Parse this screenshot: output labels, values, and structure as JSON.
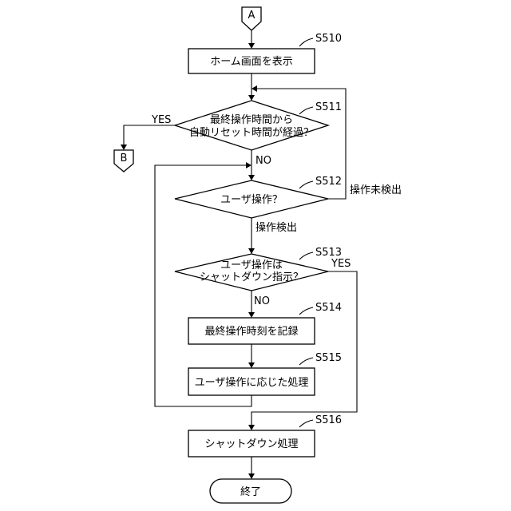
{
  "connectors": {
    "top": "A",
    "exit": "B"
  },
  "steps": {
    "s510": {
      "id": "S510",
      "text": "ホーム画面を表示"
    },
    "s511": {
      "id": "S511",
      "line1": "最終操作時間から",
      "line2": "自動リセット時間が経過？"
    },
    "s512": {
      "id": "S512",
      "text": "ユーザ操作？"
    },
    "s513": {
      "id": "S513",
      "line1": "ユーザ操作は",
      "line2": "シャットダウン指示？"
    },
    "s514": {
      "id": "S514",
      "text": "最終操作時刻を記録"
    },
    "s515": {
      "id": "S515",
      "text": "ユーザ操作に応じた処理"
    },
    "s516": {
      "id": "S516",
      "text": "シャットダウン処理"
    },
    "end": {
      "text": "終了"
    }
  },
  "edge_labels": {
    "s511_yes": "YES",
    "s511_no": "NO",
    "s512_none": "操作未検出",
    "s512_detect": "操作検出",
    "s513_yes": "YES",
    "s513_no": "NO"
  }
}
